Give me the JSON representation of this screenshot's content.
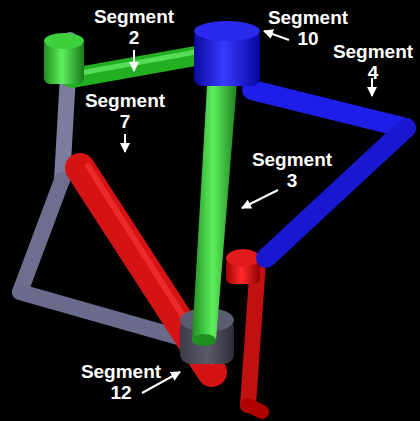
{
  "diagram": {
    "labels": [
      "Segment 2",
      "Segment 10",
      "Segment 4",
      "Segment 7",
      "Segment 3",
      "Segment 12"
    ]
  }
}
